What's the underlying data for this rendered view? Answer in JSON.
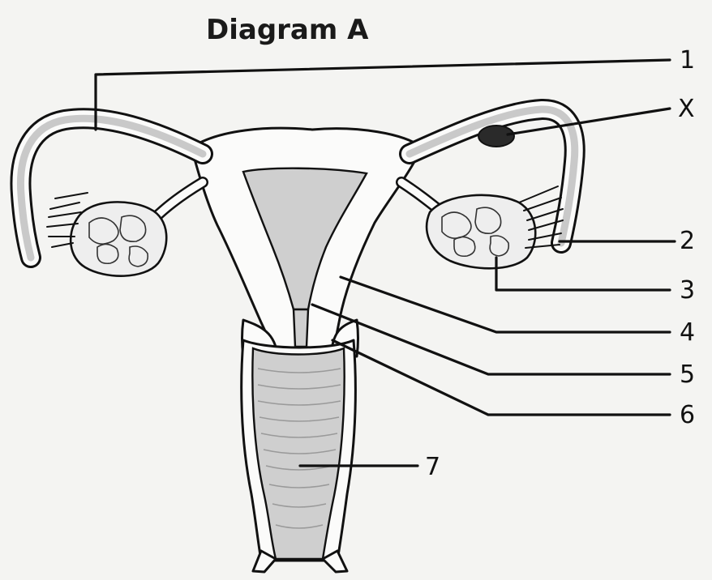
{
  "diagram": {
    "title": "Diagram A",
    "labels": [
      {
        "id": "1",
        "text": "1"
      },
      {
        "id": "X",
        "text": "X"
      },
      {
        "id": "2",
        "text": "2"
      },
      {
        "id": "3",
        "text": "3"
      },
      {
        "id": "4",
        "text": "4"
      },
      {
        "id": "5",
        "text": "5"
      },
      {
        "id": "6",
        "text": "6"
      },
      {
        "id": "7",
        "text": "7"
      }
    ]
  }
}
